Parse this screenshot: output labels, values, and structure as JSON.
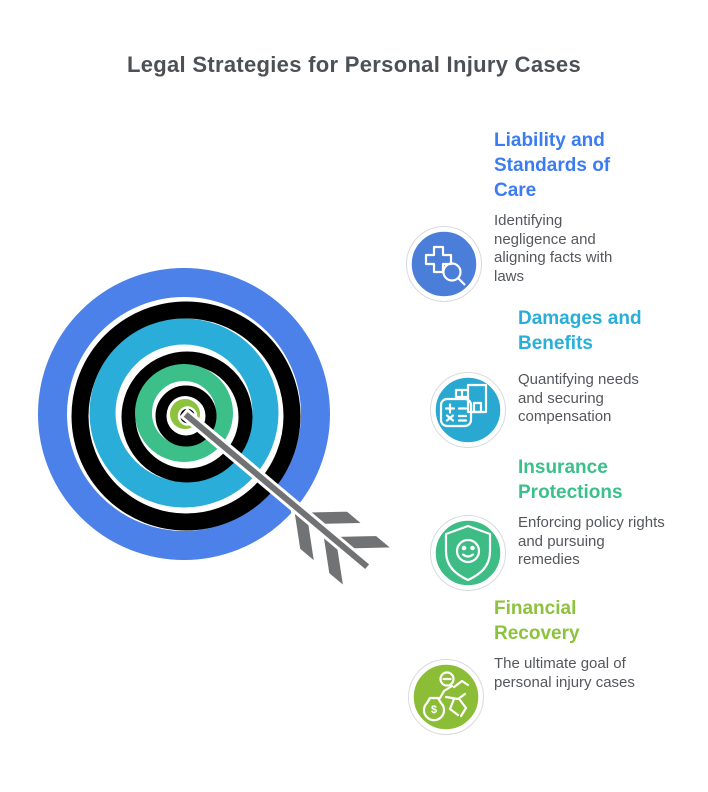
{
  "title": "Legal Strategies for Personal Injury Cases",
  "items": [
    {
      "heading": "Liability and Standards of Care",
      "description": "Identifying negligence and aligning facts with laws",
      "icon": "medical-cross-search-icon",
      "accent": "#3b7cf2",
      "icon_bg": "#4b7ed8"
    },
    {
      "heading": "Damages and Benefits",
      "description": "Quantifying needs and securing compensation",
      "icon": "calculator-receipt-icon",
      "accent": "#27aed9",
      "icon_bg": "#29a8d2"
    },
    {
      "heading": "Insurance Protections",
      "description": "Enforcing policy rights and pursuing remedies",
      "icon": "shield-smiley-icon",
      "accent": "#3ac08a",
      "icon_bg": "#3ebc85"
    },
    {
      "heading": "Financial Recovery",
      "description": "The ultimate goal of personal injury cases",
      "icon": "money-runner-icon",
      "accent": "#8cc33c",
      "icon_bg": "#8cbd37"
    }
  ],
  "target_graphic": {
    "description": "bullseye target pierced by arrow",
    "ring_colors": {
      "outer_blue": "#4b81e8",
      "cyan": "#2aaed9",
      "emerald": "#3cbf88",
      "lime_center": "#8cc23c",
      "gaps": "#000000"
    },
    "arrow_color": "#707274",
    "money_symbol": "$"
  },
  "colors": {
    "background": "#ffffff",
    "title_text": "#4c5156",
    "body_text": "#54575c"
  }
}
